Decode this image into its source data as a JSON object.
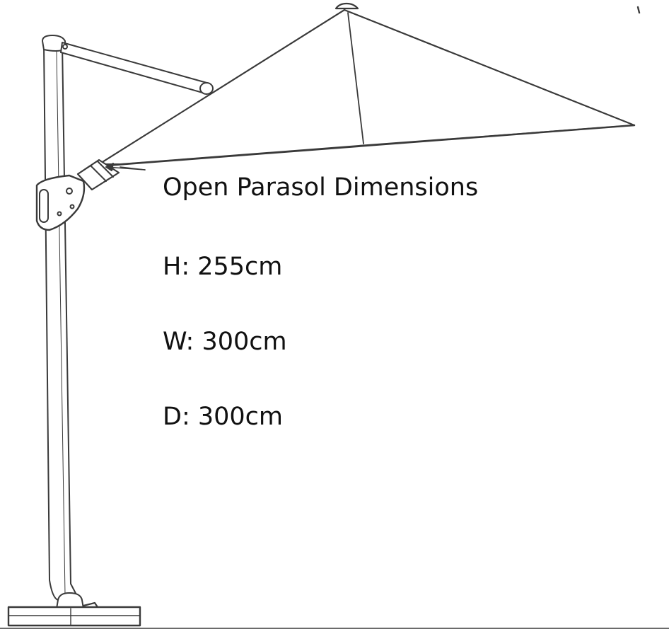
{
  "dimensions": {
    "heading": "Open Parasol Dimensions",
    "height": "H: 255cm",
    "width": "W: 300cm",
    "depth": "D: 300cm"
  },
  "colors": {
    "line": "#3a3a3a",
    "fill": "#ffffff",
    "text": "#111111"
  }
}
